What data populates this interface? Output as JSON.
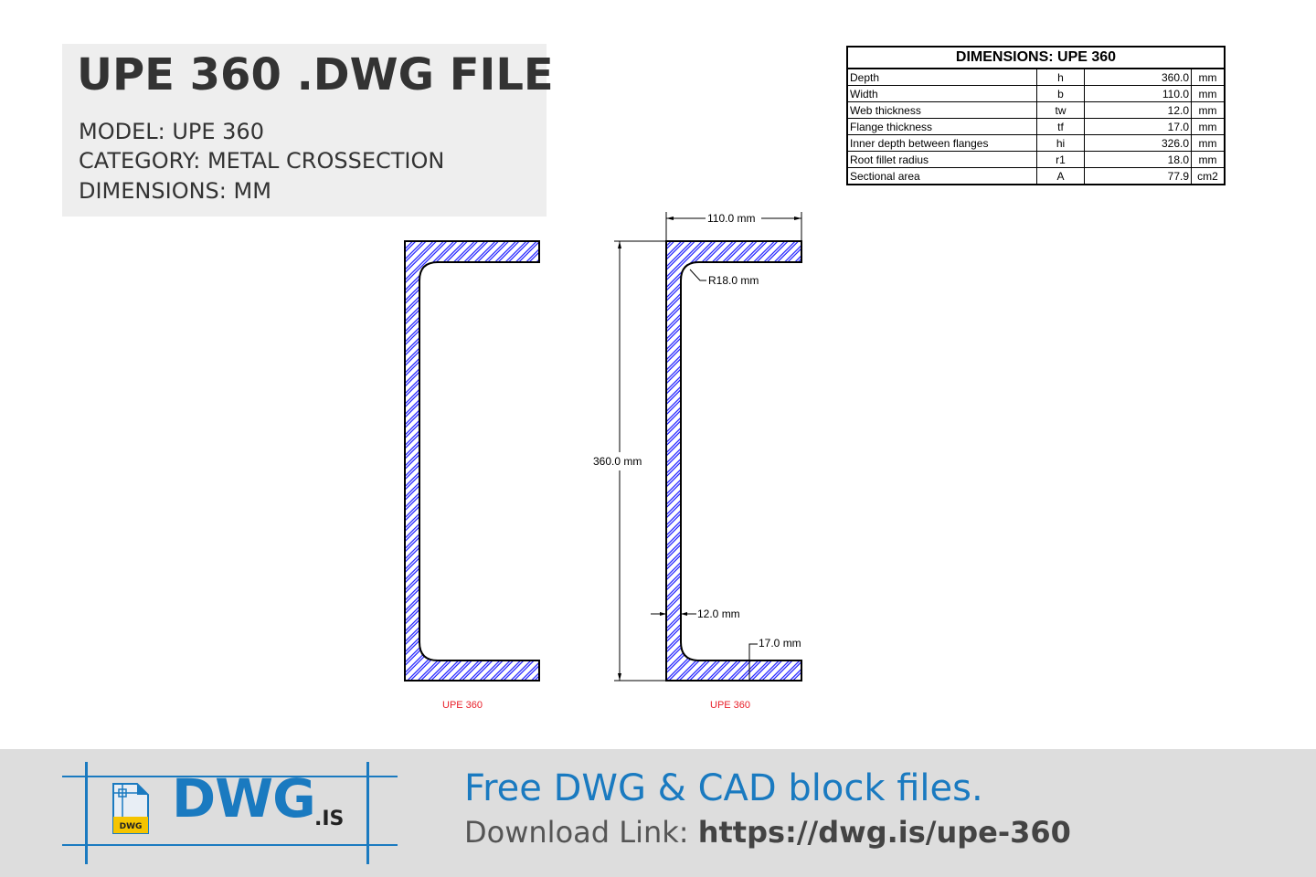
{
  "header": {
    "title": "UPE 360 .DWG FILE",
    "model_line": "MODEL:  UPE 360",
    "category_line": "CATEGORY:  METAL CROSSECTION",
    "dimensions_line": "DIMENSIONS:  MM"
  },
  "dimensions_table": {
    "title": "DIMENSIONS: UPE 360",
    "rows": [
      {
        "label": "Depth",
        "symbol": "h",
        "value": "360.0",
        "unit": "mm"
      },
      {
        "label": "Width",
        "symbol": "b",
        "value": "110.0",
        "unit": "mm"
      },
      {
        "label": "Web thickness",
        "symbol": "tw",
        "value": "12.0",
        "unit": "mm"
      },
      {
        "label": "Flange thickness",
        "symbol": "tf",
        "value": "17.0",
        "unit": "mm"
      },
      {
        "label": "Inner depth between flanges",
        "symbol": "hi",
        "value": "326.0",
        "unit": "mm"
      },
      {
        "label": "Root fillet radius",
        "symbol": "r1",
        "value": "18.0",
        "unit": "mm"
      },
      {
        "label": "Sectional area",
        "symbol": "A",
        "value": "77.9",
        "unit": "cm2"
      }
    ]
  },
  "drawing": {
    "left_label": "UPE 360",
    "right_label": "UPE 360",
    "dim_width": "110.0 mm",
    "dim_depth": "360.0 mm",
    "dim_radius": "R18.0 mm",
    "dim_web": "12.0 mm",
    "dim_flange": "17.0 mm",
    "colors": {
      "hatch": "#1a1aff",
      "outline": "#000000",
      "label": "#e8202a"
    }
  },
  "footer": {
    "logo_text": "DWG",
    "logo_suffix": ".IS",
    "logo_badge": "DWG",
    "tagline": "Free DWG & CAD block files.",
    "download_prefix": "Download Link: ",
    "download_url": "https://dwg.is/upe-360",
    "colors": {
      "brand": "#1a7ac0",
      "badge": "#f5c400",
      "background": "#dddddd"
    }
  }
}
